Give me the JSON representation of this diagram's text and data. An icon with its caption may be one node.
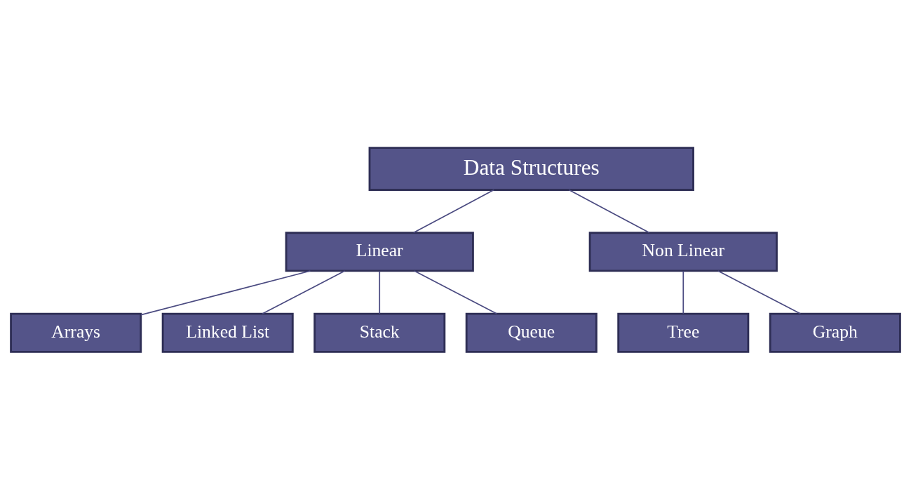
{
  "diagram": {
    "nodes": [
      {
        "text": [
          "Data Structures"
        ]
      },
      {
        "text": [
          "Linear"
        ]
      },
      {
        "text": [
          "Non Linear"
        ]
      },
      {
        "text": [
          "Arrays"
        ]
      },
      {
        "text": [
          "Linked List"
        ]
      },
      {
        "text": [
          "Stack"
        ]
      },
      {
        "text": [
          "Queue"
        ]
      },
      {
        "text": [
          "Tree"
        ]
      },
      {
        "text": [
          "Graph"
        ]
      }
    ],
    "edges": [
      {
        "from": 0,
        "to": 1,
        "arrow": "none"
      },
      {
        "from": 0,
        "to": 2,
        "arrow": "none"
      },
      {
        "from": 1,
        "to": 3,
        "arrow": "none"
      },
      {
        "from": 1,
        "to": 4,
        "arrow": "none"
      },
      {
        "from": 1,
        "to": 5,
        "arrow": "none"
      },
      {
        "from": 1,
        "to": 6,
        "arrow": "none"
      },
      {
        "from": 2,
        "to": 7,
        "arrow": "none"
      },
      {
        "from": 2,
        "to": 8,
        "arrow": "none"
      }
    ]
  }
}
